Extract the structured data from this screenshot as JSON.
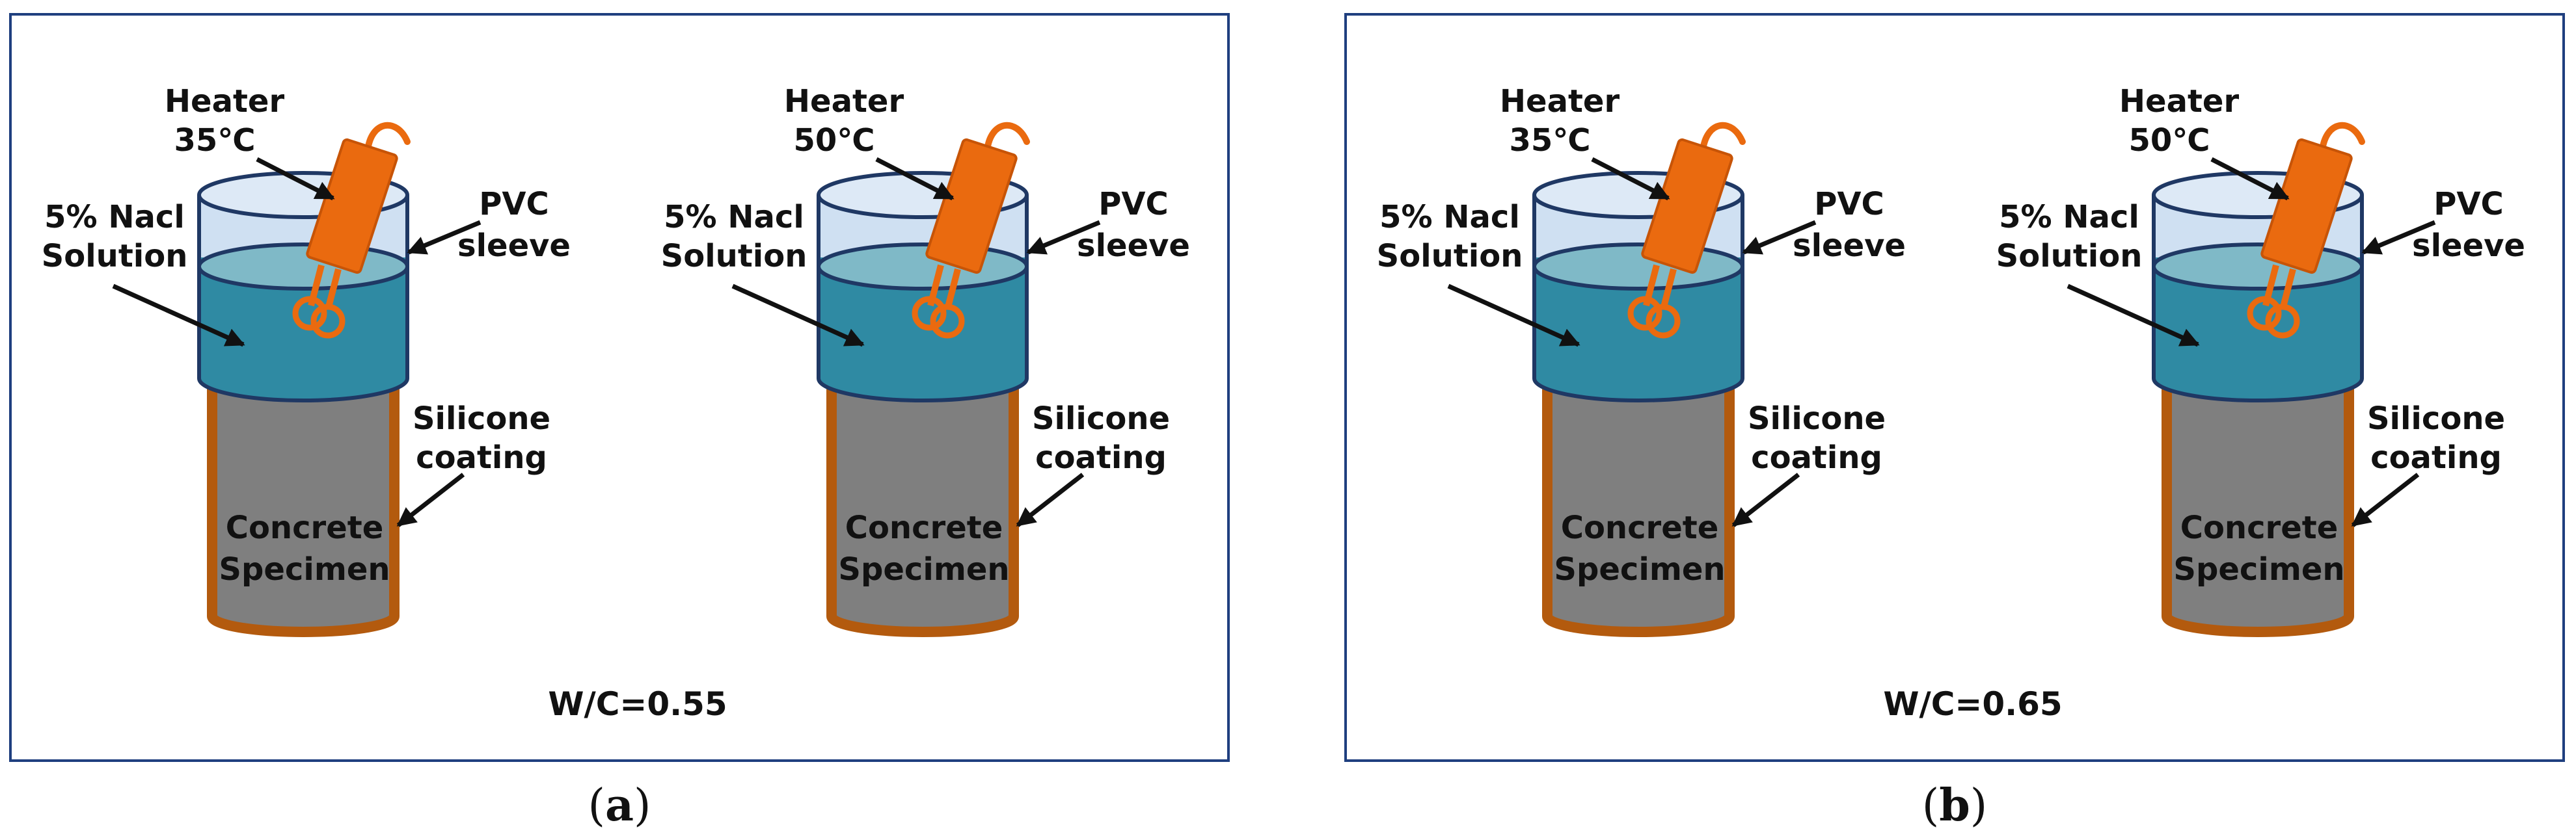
{
  "panels": [
    {
      "id": "a",
      "caption_open": "(",
      "caption_letter": "a",
      "caption_close": ")",
      "wc_label": "W/C=0.55",
      "units": [
        {
          "heater_label": "Heater",
          "heater_temp": "35℃",
          "solution_line1": "5% Nacl",
          "solution_line2": "Solution",
          "sleeve_line1": "PVC",
          "sleeve_line2": "sleeve",
          "coating_line1": "Silicone",
          "coating_line2": "coating",
          "specimen_line1": "Concrete",
          "specimen_line2": "Specimen"
        },
        {
          "heater_label": "Heater",
          "heater_temp": "50℃",
          "solution_line1": "5% Nacl",
          "solution_line2": "Solution",
          "sleeve_line1": "PVC",
          "sleeve_line2": "sleeve",
          "coating_line1": "Silicone",
          "coating_line2": "coating",
          "specimen_line1": "Concrete",
          "specimen_line2": "Specimen"
        }
      ]
    },
    {
      "id": "b",
      "caption_open": "(",
      "caption_letter": "b",
      "caption_close": ")",
      "wc_label": "W/C=0.65",
      "units": [
        {
          "heater_label": "Heater",
          "heater_temp": "35℃",
          "solution_line1": "5% Nacl",
          "solution_line2": "Solution",
          "sleeve_line1": "PVC",
          "sleeve_line2": "sleeve",
          "coating_line1": "Silicone",
          "coating_line2": "coating",
          "specimen_line1": "Concrete",
          "specimen_line2": "Specimen"
        },
        {
          "heater_label": "Heater",
          "heater_temp": "50℃",
          "solution_line1": "5% Nacl",
          "solution_line2": "Solution",
          "sleeve_line1": "PVC",
          "sleeve_line2": "sleeve",
          "coating_line1": "Silicone",
          "coating_line2": "coating",
          "specimen_line1": "Concrete",
          "specimen_line2": "Specimen"
        }
      ]
    }
  ],
  "colors": {
    "frame": "#1f3f7f",
    "specimen_fill": "#7f7f7f",
    "coating": "#b35a0e",
    "solution": "#2f8aa3",
    "solution_top": "#7fb9c7",
    "sleeve_fill": "#cfe0f2",
    "sleeve_stroke": "#1f3864",
    "heater": "#ea6a0f",
    "heater_dark": "#c75407",
    "arrow": "#111111"
  }
}
